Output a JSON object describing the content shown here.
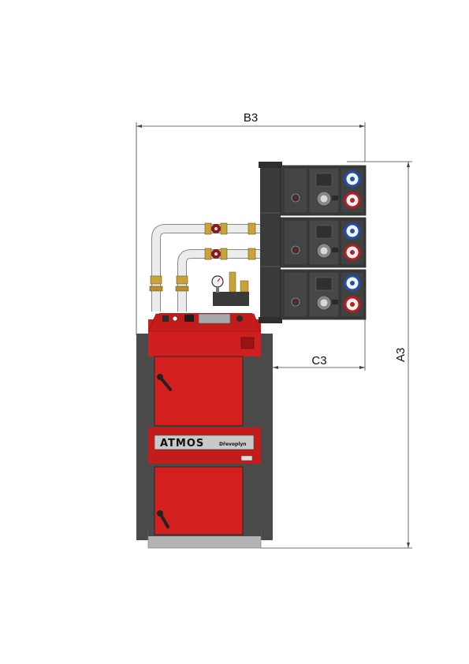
{
  "dimensions": {
    "b3": "B3",
    "c3": "C3",
    "a3": "A3"
  },
  "boiler": {
    "brand": "ATMOS",
    "model": "Dřevoplyn"
  },
  "colors": {
    "boiler_red": "#d01f1f",
    "boiler_dark_red": "#a51212",
    "body_gray": "#4a4a4a",
    "module_dark": "#3a3a3a",
    "pipe_white": "#e9e9e9",
    "brass": "#c9a23a",
    "dimension_line": "#333333"
  },
  "pump_modules": [
    {
      "id": "module-1"
    },
    {
      "id": "module-2"
    },
    {
      "id": "module-3"
    }
  ]
}
